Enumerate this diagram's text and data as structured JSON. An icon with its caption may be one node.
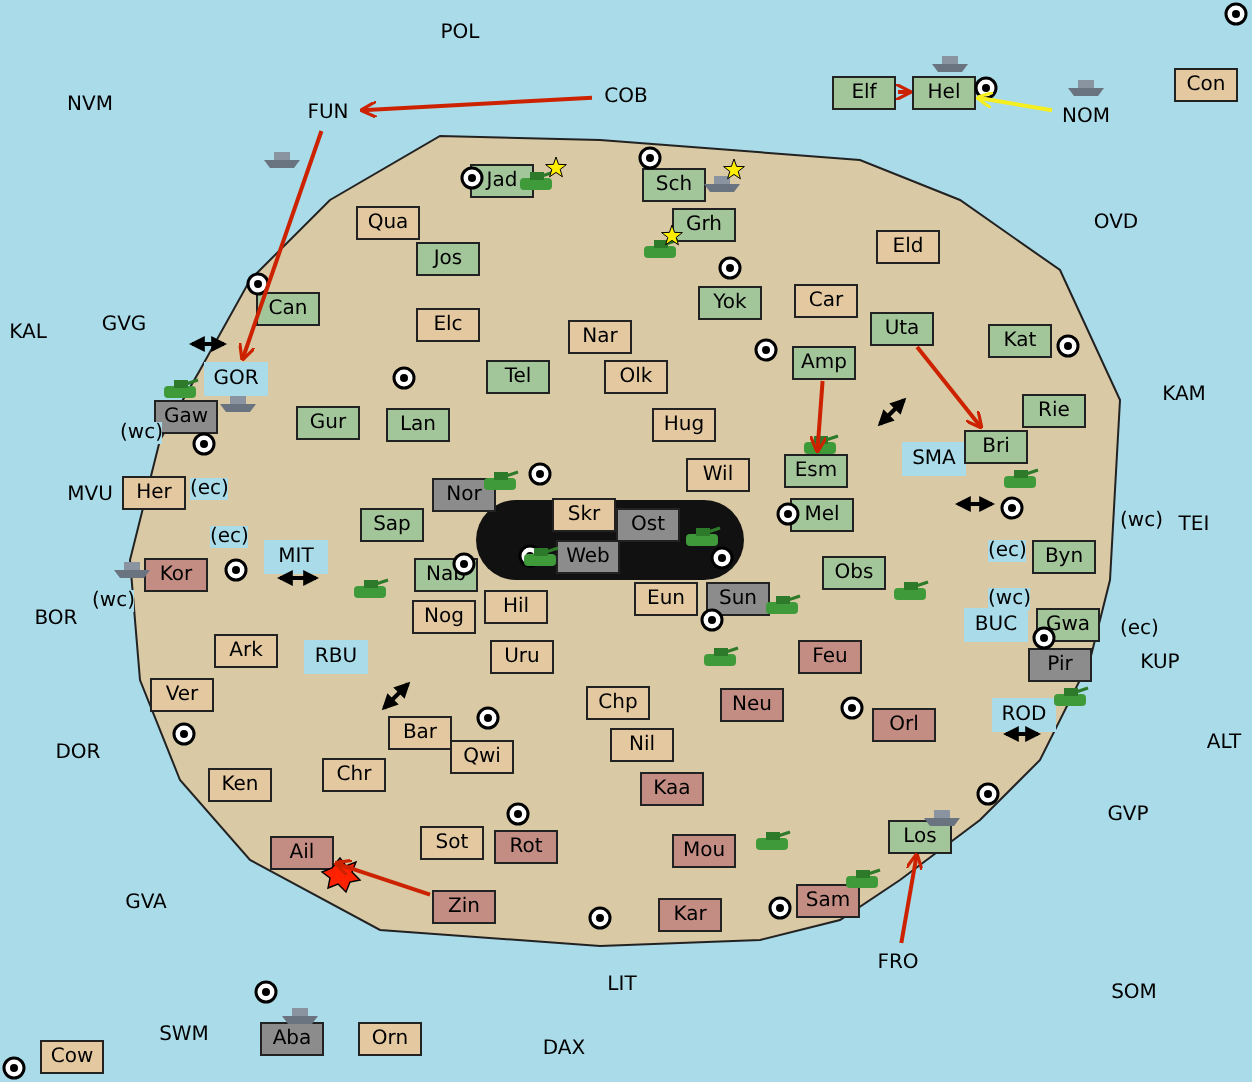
{
  "diagram": {
    "nodes": [
      {
        "text": [
          "POL"
        ]
      },
      {
        "text": [
          "NVM"
        ]
      },
      {
        "text": [
          "FUN"
        ]
      },
      {
        "text": [
          "COB"
        ]
      },
      {
        "text": [
          "Elf"
        ]
      },
      {
        "text": [
          "Hel"
        ]
      },
      {
        "text": [
          "NOM"
        ]
      },
      {
        "text": [
          "Con"
        ]
      },
      {
        "text": [
          "Jad"
        ]
      },
      {
        "text": [
          "Sch"
        ]
      },
      {
        "text": [
          "OVD"
        ]
      },
      {
        "text": [
          "Qua"
        ]
      },
      {
        "text": [
          "Grh"
        ]
      },
      {
        "text": [
          "Jos"
        ]
      },
      {
        "text": [
          "Eld"
        ]
      },
      {
        "text": [
          "KAL"
        ]
      },
      {
        "text": [
          "GVG"
        ]
      },
      {
        "text": [
          "Can"
        ]
      },
      {
        "text": [
          "Elc"
        ]
      },
      {
        "text": [
          "Nar"
        ]
      },
      {
        "text": [
          "Yok"
        ]
      },
      {
        "text": [
          "Car"
        ]
      },
      {
        "text": [
          "Uta"
        ]
      },
      {
        "text": [
          "Kat"
        ]
      },
      {
        "text": [
          "Tel"
        ]
      },
      {
        "text": [
          "Olk"
        ]
      },
      {
        "text": [
          "Amp"
        ]
      },
      {
        "text": [
          "GOR"
        ]
      },
      {
        "text": [
          "Gaw"
        ]
      },
      {
        "text": [
          "Gur"
        ]
      },
      {
        "text": [
          "Lan"
        ]
      },
      {
        "text": [
          "Hug"
        ]
      },
      {
        "text": [
          "Rie"
        ]
      },
      {
        "text": [
          "KAM"
        ]
      },
      {
        "text": [
          "Esm"
        ]
      },
      {
        "text": [
          "SMA"
        ]
      },
      {
        "text": [
          "Bri"
        ]
      },
      {
        "text": [
          "Wil"
        ]
      },
      {
        "text": [
          "Nor"
        ]
      },
      {
        "text": [
          "Skr"
        ]
      },
      {
        "text": [
          "Sap"
        ]
      },
      {
        "text": [
          "Ost"
        ]
      },
      {
        "text": [
          "Web"
        ]
      },
      {
        "text": [
          "Mel"
        ]
      },
      {
        "text": [
          "TEI"
        ]
      },
      {
        "text": [
          "Byn"
        ]
      },
      {
        "text": [
          "MVU"
        ]
      },
      {
        "text": [
          "Her"
        ]
      },
      {
        "text": [
          "Kor"
        ]
      },
      {
        "text": [
          "MIT"
        ]
      },
      {
        "text": [
          "Nab"
        ]
      },
      {
        "text": [
          "Obs"
        ]
      },
      {
        "text": [
          "Eun"
        ]
      },
      {
        "text": [
          "Sun"
        ]
      },
      {
        "text": [
          "BOR"
        ]
      },
      {
        "text": [
          "Hil"
        ]
      },
      {
        "text": [
          "Nog"
        ]
      },
      {
        "text": [
          "Ark"
        ]
      },
      {
        "text": [
          "BUC"
        ]
      },
      {
        "text": [
          "Gwa"
        ]
      },
      {
        "text": [
          "KUP"
        ]
      },
      {
        "text": [
          "Pir"
        ]
      },
      {
        "text": [
          "RBU"
        ]
      },
      {
        "text": [
          "Uru"
        ]
      },
      {
        "text": [
          "Feu"
        ]
      },
      {
        "text": [
          "Ver"
        ]
      },
      {
        "text": [
          "Neu"
        ]
      },
      {
        "text": [
          "Chp"
        ]
      },
      {
        "text": [
          "Orl"
        ]
      },
      {
        "text": [
          "ROD"
        ]
      },
      {
        "text": [
          "ALT"
        ]
      },
      {
        "text": [
          "Bar"
        ]
      },
      {
        "text": [
          "Qwi"
        ]
      },
      {
        "text": [
          "DOR"
        ]
      },
      {
        "text": [
          "Nil"
        ]
      },
      {
        "text": [
          "Chr"
        ]
      },
      {
        "text": [
          "Ken"
        ]
      },
      {
        "text": [
          "Kaa"
        ]
      },
      {
        "text": [
          "GVP"
        ]
      },
      {
        "text": [
          "Los"
        ]
      },
      {
        "text": [
          "Sot"
        ]
      },
      {
        "text": [
          "Rot"
        ]
      },
      {
        "text": [
          "Mou"
        ]
      },
      {
        "text": [
          "Ail"
        ]
      },
      {
        "text": [
          "Sam"
        ]
      },
      {
        "text": [
          "GVA"
        ]
      },
      {
        "text": [
          "Zin"
        ]
      },
      {
        "text": [
          "Kar"
        ]
      },
      {
        "text": [
          "FRO"
        ]
      },
      {
        "text": [
          "LIT"
        ]
      },
      {
        "text": [
          "SOM"
        ]
      },
      {
        "text": [
          "Aba"
        ]
      },
      {
        "text": [
          "Orn"
        ]
      },
      {
        "text": [
          "SWM"
        ]
      },
      {
        "text": [
          "DAX"
        ]
      },
      {
        "text": [
          "Cow"
        ]
      }
    ],
    "edges": [
      {
        "from": 3,
        "to": 2,
        "arrow": "to"
      },
      {
        "from": 2,
        "to": 27,
        "arrow": "to"
      },
      {
        "from": 4,
        "to": 5,
        "arrow": "to"
      },
      {
        "from": 6,
        "to": 5,
        "arrow": "to",
        "color": "#f5ee20"
      },
      {
        "from": 26,
        "to": 34,
        "arrow": "to"
      },
      {
        "from": 22,
        "to": 36,
        "arrow": "to"
      },
      {
        "from": 86,
        "to": 83,
        "arrow": "to"
      },
      {
        "from": 88,
        "to": 79,
        "arrow": "to"
      }
    ],
    "labels": [
      "(wc)",
      "(ec)",
      "(ec)",
      "(wc)",
      "(ec)",
      "(wc)",
      "(wc)",
      "(ec)"
    ]
  }
}
